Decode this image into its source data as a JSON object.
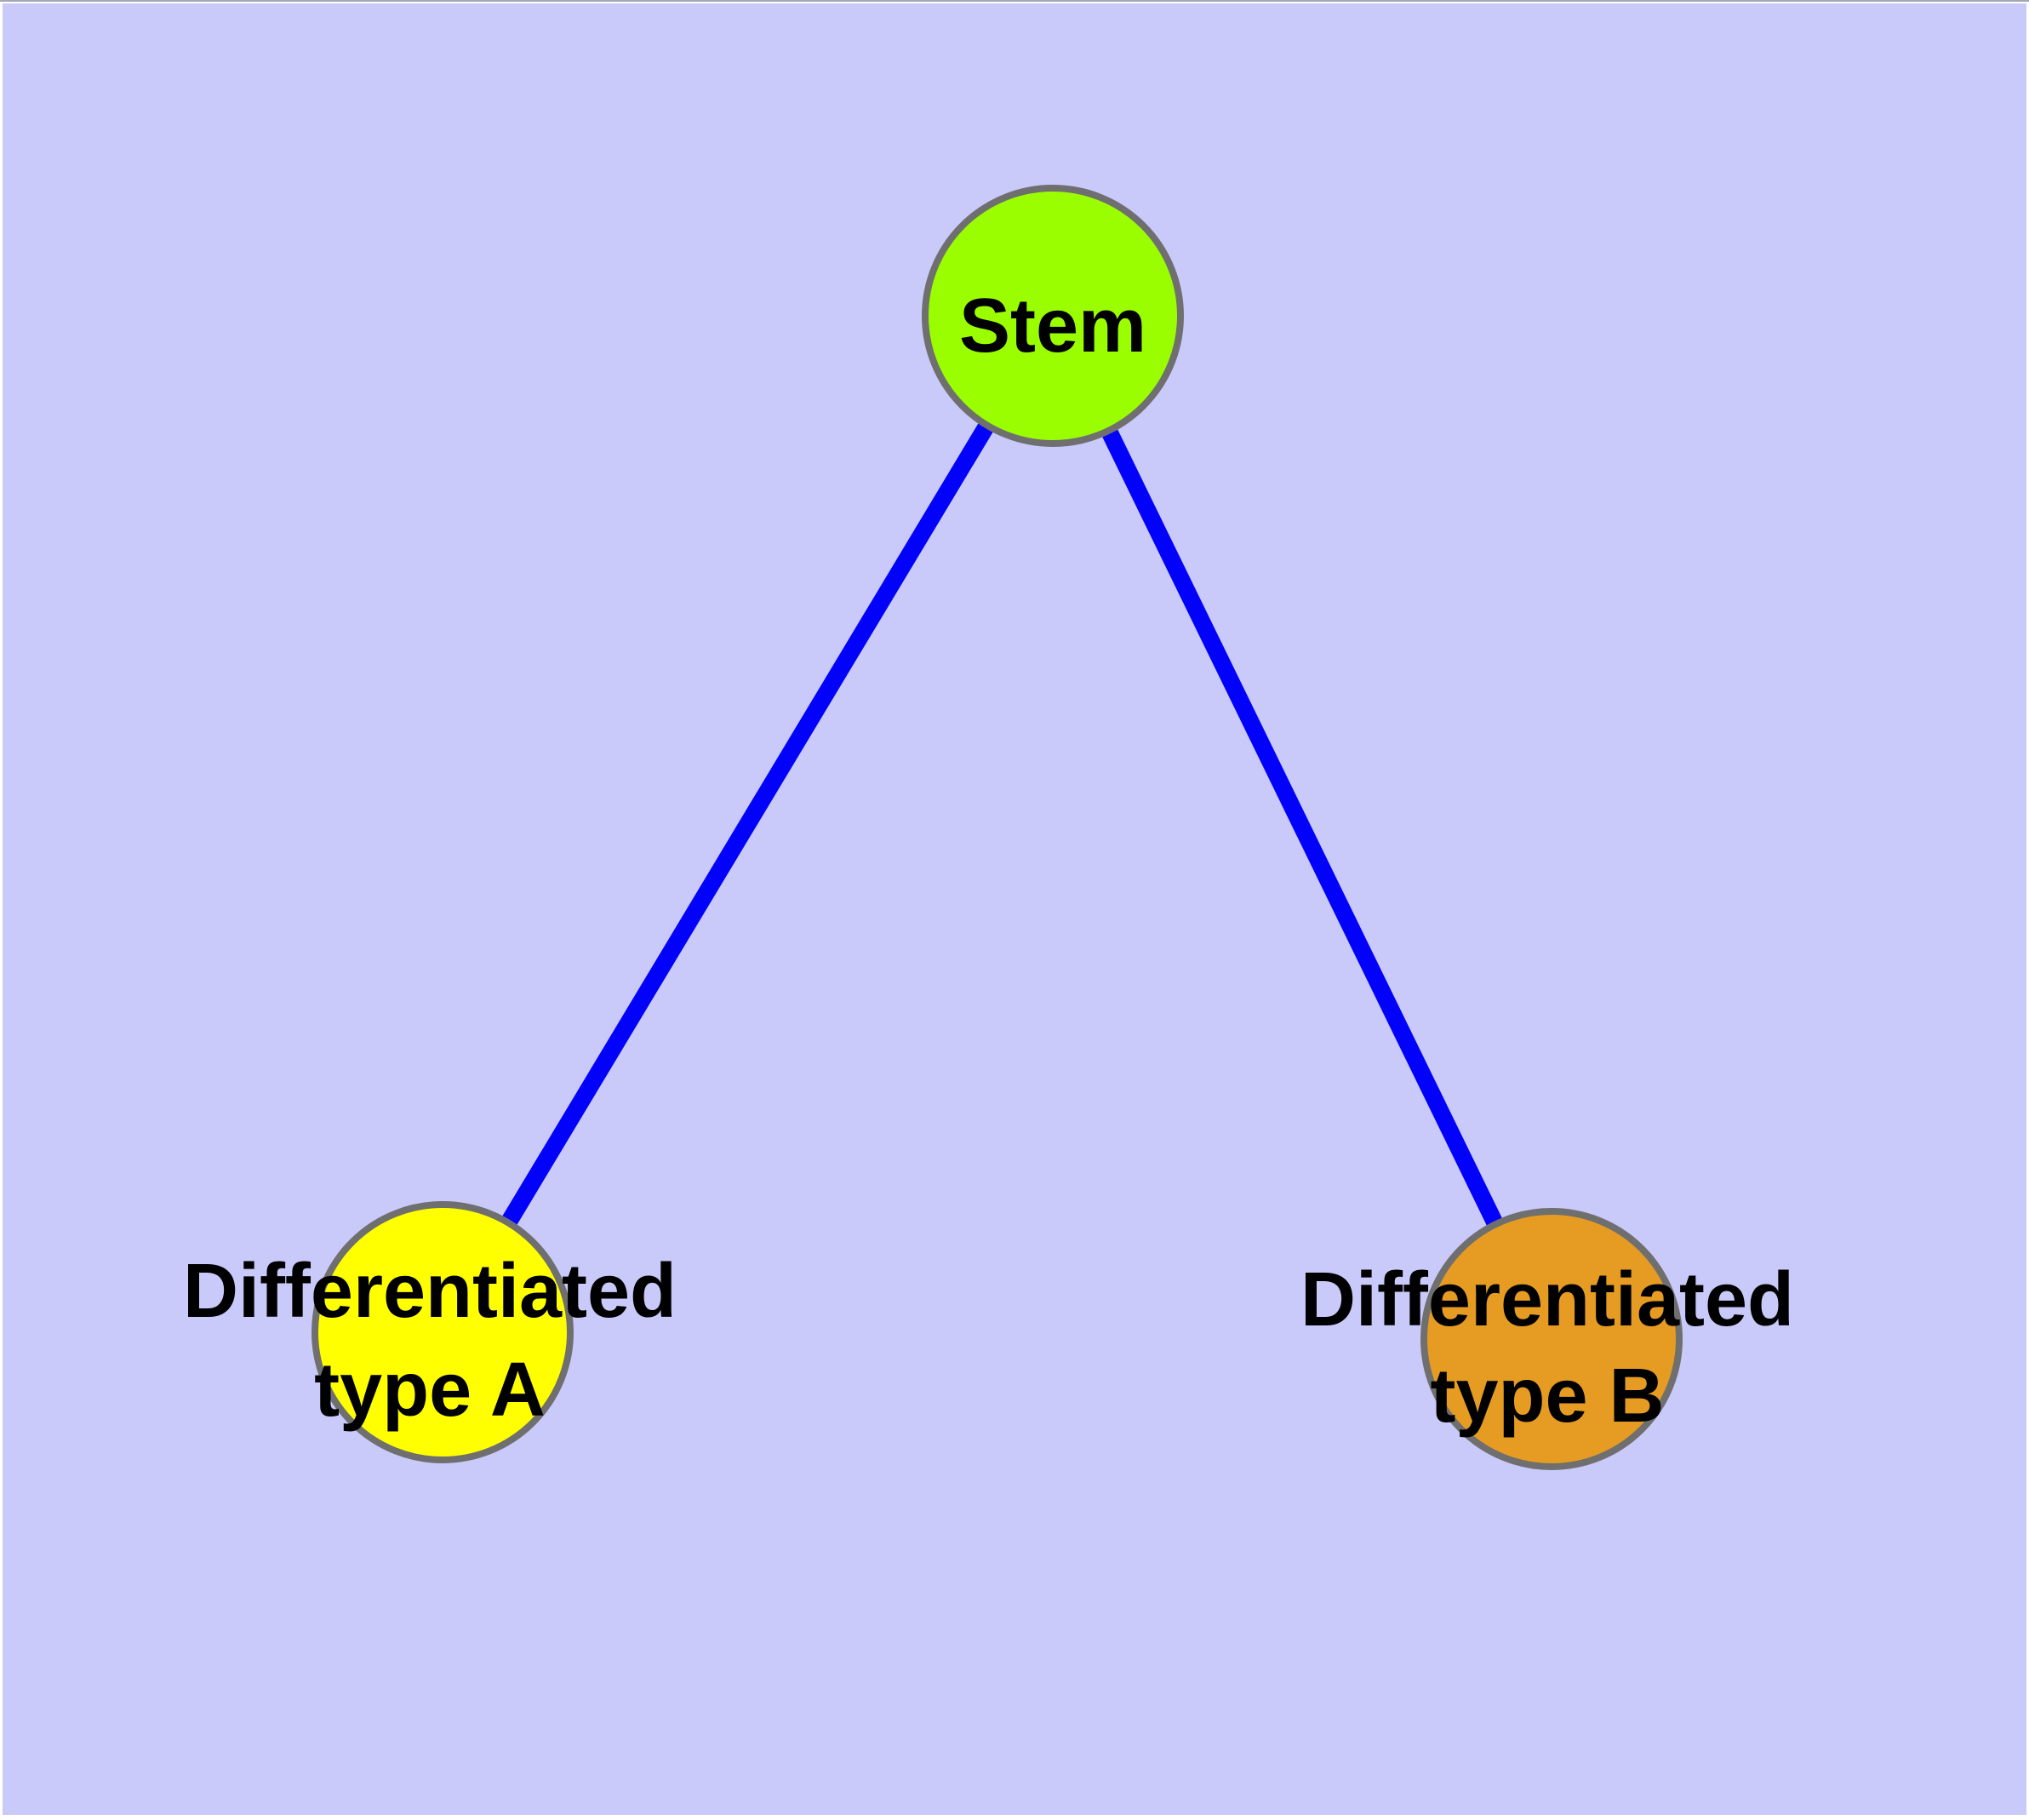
{
  "diagram": {
    "type": "graph",
    "background_color": "#C9C9FA",
    "edge_color": "#0202FB",
    "node_border_color": "#6F6F6F",
    "label_color": "#000000",
    "nodes": [
      {
        "id": "stem",
        "label": "Stem",
        "fill": "#9AFE00"
      },
      {
        "id": "type-a",
        "label": "Differentiated type A",
        "label_line1": "Differentiated",
        "label_line2": "type A",
        "fill": "#FFFF00"
      },
      {
        "id": "type-b",
        "label": "Differentiated type B",
        "label_line1": "Differentiated",
        "label_line2": "type B",
        "fill": "#E69C23"
      }
    ],
    "edges": [
      {
        "from": "Stem",
        "to": "Differentiated type A"
      },
      {
        "from": "Stem",
        "to": "Differentiated type B"
      }
    ]
  }
}
